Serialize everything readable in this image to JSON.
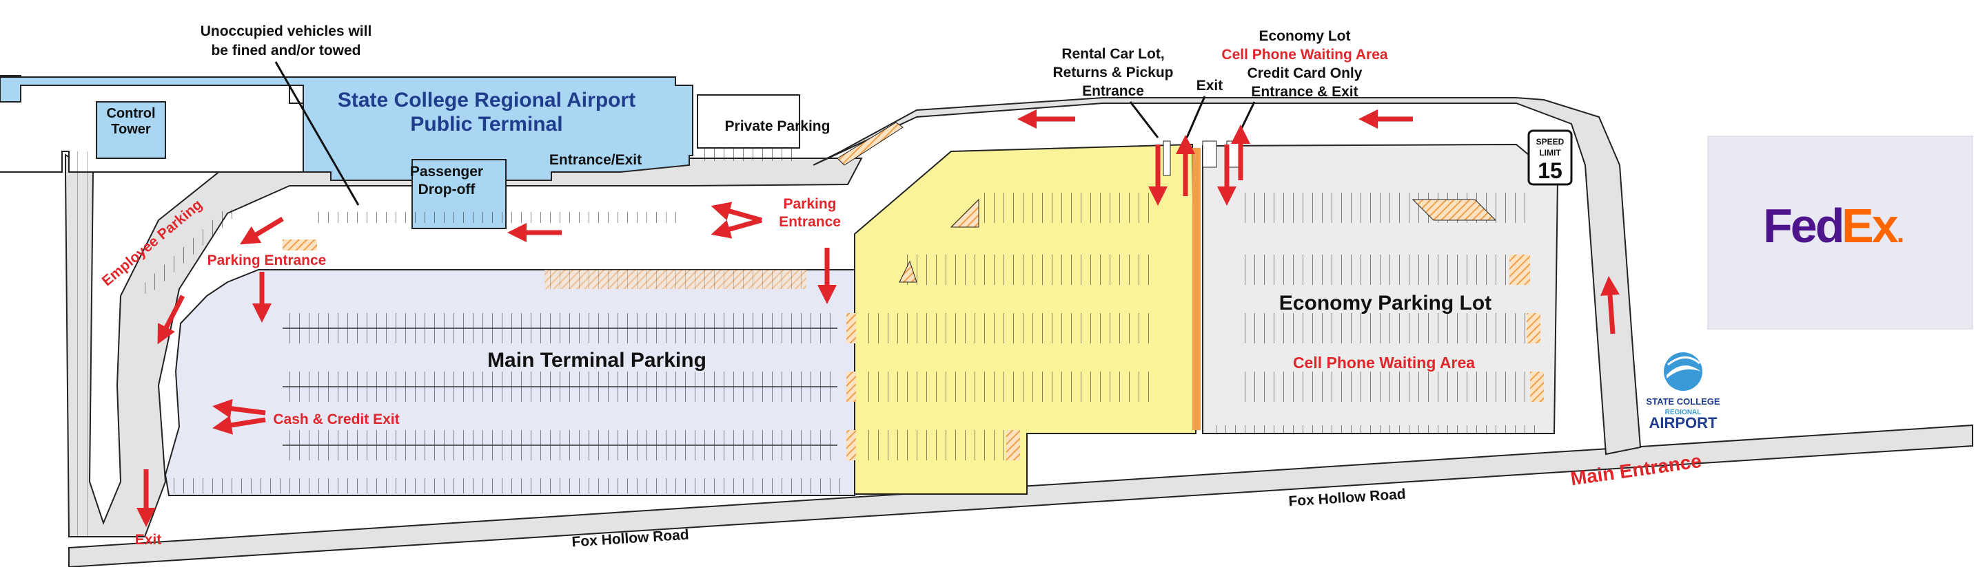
{
  "title": {
    "line1": "State College Regional Airport",
    "line2": "Public Terminal"
  },
  "notice": {
    "line1": "Unoccupied vehicles will",
    "line2": "be fined and/or towed"
  },
  "buildings": {
    "control_tower_1": "Control",
    "control_tower_2": "Tower",
    "dropoff_1": "Passenger",
    "dropoff_2": "Drop-off",
    "entrance_exit": "Entrance/Exit",
    "private_parking": "Private Parking"
  },
  "lots": {
    "main": "Main Terminal Parking",
    "economy": "Economy Parking Lot",
    "cell_phone": "Cell Phone Waiting Area"
  },
  "callouts": {
    "rental_1": "Rental Car Lot,",
    "rental_2": "Returns & Pickup",
    "rental_3": "Entrance",
    "exit_top": "Exit",
    "economy_1": "Economy Lot",
    "economy_2": "Cell Phone Waiting Area",
    "economy_3": "Credit Card Only",
    "economy_4": "Entrance & Exit",
    "parking_entrance_1": "Parking",
    "parking_entrance_2": "Entrance",
    "parking_entrance_left": "Parking Entrance",
    "employee_parking": "Employee Parking",
    "cash_credit_exit": "Cash & Credit Exit",
    "exit_bottom": "Exit",
    "main_entrance": "Main Entrance"
  },
  "roads": {
    "fox_hollow_1": "Fox Hollow Road",
    "fox_hollow_2": "Fox Hollow Road"
  },
  "speed_sign": {
    "line1": "SPEED",
    "line2": "LIMIT",
    "value": "15"
  },
  "logos": {
    "fedex_fed": "Fed",
    "fedex_ex": "Ex",
    "fedex_dot": ".",
    "airport_1": "STATE COLLEGE",
    "airport_2": "REGIONAL",
    "airport_3": "AIRPORT"
  },
  "colors": {
    "terminal": "#a9d6f2",
    "main_lot": "#e7e8f6",
    "rental_lot": "#fbf39a",
    "economy_lot": "#ececec",
    "road": "#e3e3e3",
    "arrow": "#e0262b",
    "hatch": "#f0a04b",
    "fedex_purple": "#4d148c",
    "fedex_orange": "#ff6600"
  },
  "icons": [
    "direction-arrow-icon",
    "speed-limit-sign-icon",
    "fedex-logo",
    "airport-logo"
  ]
}
